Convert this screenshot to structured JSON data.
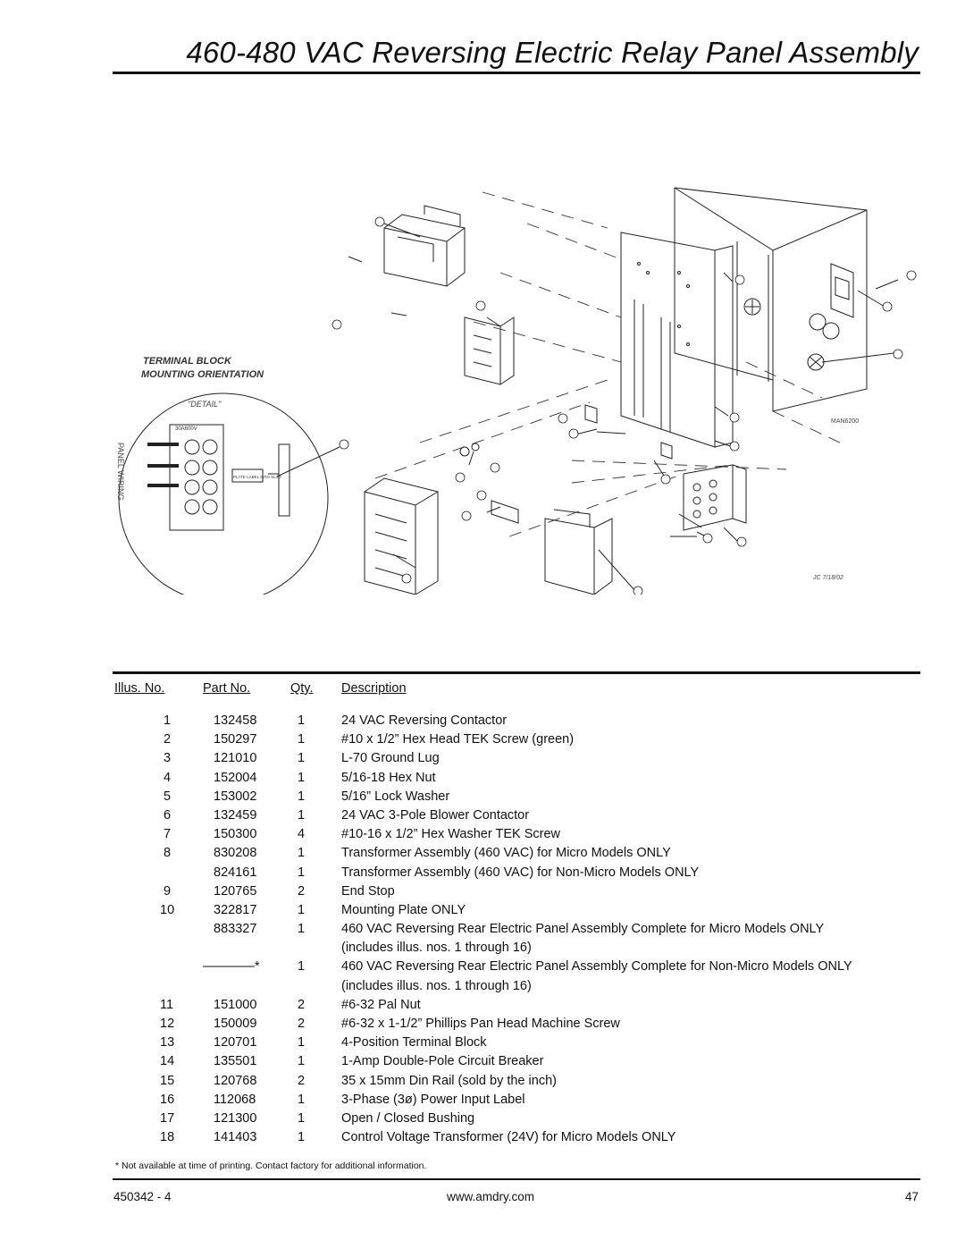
{
  "page": {
    "title": "460-480 VAC Reversing Electric Relay Panel Assembly",
    "footnote": "*  Not available at time of printing.  Contact factory for additional information.",
    "doc_number": "450342 - 4",
    "website": "www.amdry.com",
    "page_number": "47"
  },
  "drawing": {
    "detail_title_line1": "TERMINAL  BLOCK",
    "detail_title_line2": "MOUNTING  ORIENTATION",
    "detail_label": "\"DETAIL\"",
    "panel_wiring": "PANEL  WIRING",
    "rating": "30A600V",
    "plate_label": "PLATE LABEL INTO SLOT",
    "drawing_id": "MAN6200",
    "date_stamp": "JC  7/18/02"
  },
  "table": {
    "headers": {
      "illus": "Illus. No.",
      "part": "Part No.",
      "qty": "Qty.",
      "desc": "Description"
    },
    "rows": [
      {
        "illus": "1",
        "part": "132458",
        "qty": "1",
        "desc": "24 VAC Reversing Contactor"
      },
      {
        "illus": "2",
        "part": "150297",
        "qty": "1",
        "desc": "#10 x 1/2” Hex Head TEK Screw (green)"
      },
      {
        "illus": "3",
        "part": "121010",
        "qty": "1",
        "desc": "L-70 Ground Lug"
      },
      {
        "illus": "4",
        "part": "152004",
        "qty": "1",
        "desc": "5/16-18 Hex Nut"
      },
      {
        "illus": "5",
        "part": "153002",
        "qty": "1",
        "desc": "5/16” Lock Washer"
      },
      {
        "illus": "6",
        "part": "132459",
        "qty": "1",
        "desc": "24 VAC 3-Pole Blower Contactor"
      },
      {
        "illus": "7",
        "part": "150300",
        "qty": "4",
        "desc": "#10-16 x 1/2” Hex Washer TEK Screw"
      },
      {
        "illus": "8",
        "part": "830208",
        "qty": "1",
        "desc": "Transformer Assembly (460 VAC) for Micro Models ONLY"
      },
      {
        "illus": "",
        "part": "824161",
        "qty": "1",
        "desc": "Transformer Assembly (460 VAC) for Non-Micro Models ONLY"
      },
      {
        "illus": "9",
        "part": "120765",
        "qty": "2",
        "desc": "End Stop"
      },
      {
        "illus": "10",
        "part": "322817",
        "qty": "1",
        "desc": "Mounting Plate ONLY"
      },
      {
        "illus": "",
        "part": "883327",
        "qty": "1",
        "desc": "460 VAC Reversing Rear Electric Panel Assembly Complete for Micro Models ONLY"
      },
      {
        "illus": "",
        "part": "",
        "qty": "",
        "desc": "(includes illus. nos. 1 through 16)"
      },
      {
        "illus": "",
        "part": "————*",
        "qty": "1",
        "desc": "460 VAC Reversing Rear Electric Panel Assembly Complete for Non-Micro Models ONLY"
      },
      {
        "illus": "",
        "part": "",
        "qty": "",
        "desc": "(includes illus. nos. 1 through 16)"
      },
      {
        "illus": "11",
        "part": "151000",
        "qty": "2",
        "desc": "#6-32 Pal Nut"
      },
      {
        "illus": "12",
        "part": "150009",
        "qty": "2",
        "desc": "#6-32 x 1-1/2” Phillips Pan Head Machine Screw"
      },
      {
        "illus": "13",
        "part": "120701",
        "qty": "1",
        "desc": "4-Position Terminal Block"
      },
      {
        "illus": "14",
        "part": "135501",
        "qty": "1",
        "desc": "1-Amp Double-Pole Circuit Breaker"
      },
      {
        "illus": "15",
        "part": "120768",
        "qty": "2",
        "desc": "35 x 15mm Din Rail (sold by the inch)"
      },
      {
        "illus": "16",
        "part": "112068",
        "qty": "1",
        "desc": "3-Phase (3ø) Power Input Label"
      },
      {
        "illus": "17",
        "part": "121300",
        "qty": "1",
        "desc": "Open / Closed Bushing"
      },
      {
        "illus": "18",
        "part": "141403",
        "qty": "1",
        "desc": "Control Voltage Transformer (24V) for Micro Models ONLY"
      }
    ]
  }
}
